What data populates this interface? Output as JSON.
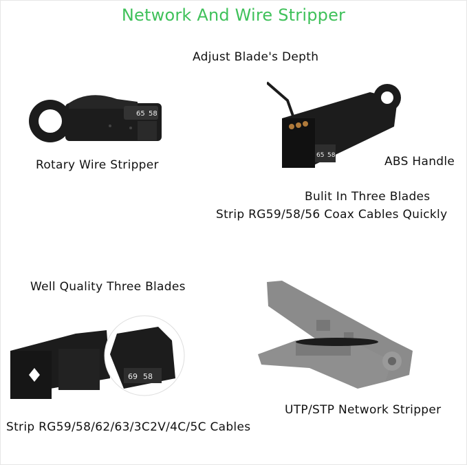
{
  "title": "Network And Wire Stripper",
  "labels": {
    "adjust_depth": "Adjust Blade's Depth",
    "rotary": "Rotary Wire Stripper",
    "abs_handle": "ABS Handle",
    "three_blades": "Bulit In Three Blades",
    "coax_quick": "Strip RG59/58/56 Coax Cables Quickly",
    "quality_blades": "Well Quality Three Blades",
    "cables": "Strip RG59/58/62/63/3C2V/4C/5C Cables",
    "utp": "UTP/STP Network Stripper"
  },
  "dial_numbers": {
    "a": "69",
    "b": "58",
    "c": "65"
  },
  "colors": {
    "title": "#3fc15a",
    "tool_black": "#1c1c1c",
    "tool_gray": "#8b8b8b"
  }
}
